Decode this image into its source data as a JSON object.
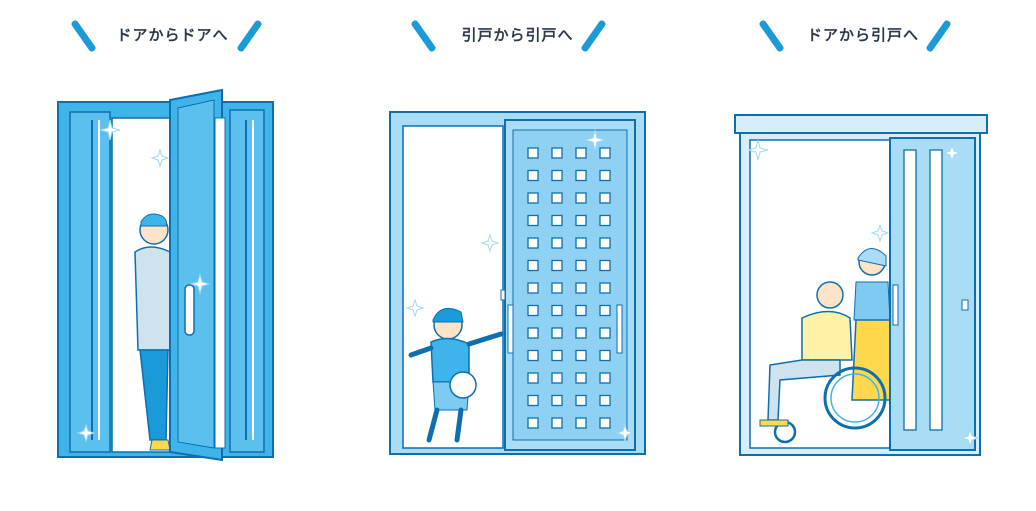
{
  "panels": [
    {
      "caption": "ドアからドアへ",
      "scene": "hinged-door-to-hinged-door"
    },
    {
      "caption": "引戸から引戸へ",
      "scene": "sliding-door-to-sliding-door"
    },
    {
      "caption": "ドアから引戸へ",
      "scene": "hinged-door-to-sliding-door"
    }
  ],
  "colors": {
    "door": "#3fb4ea",
    "doorLight": "#a9dcf5",
    "doorPale": "#d7eefa",
    "outline": "#0e6fae",
    "accent": "#1a9ad9",
    "skin": "#fde3c8",
    "shirt": "#cfe3ef",
    "yellow": "#ffd84d"
  }
}
